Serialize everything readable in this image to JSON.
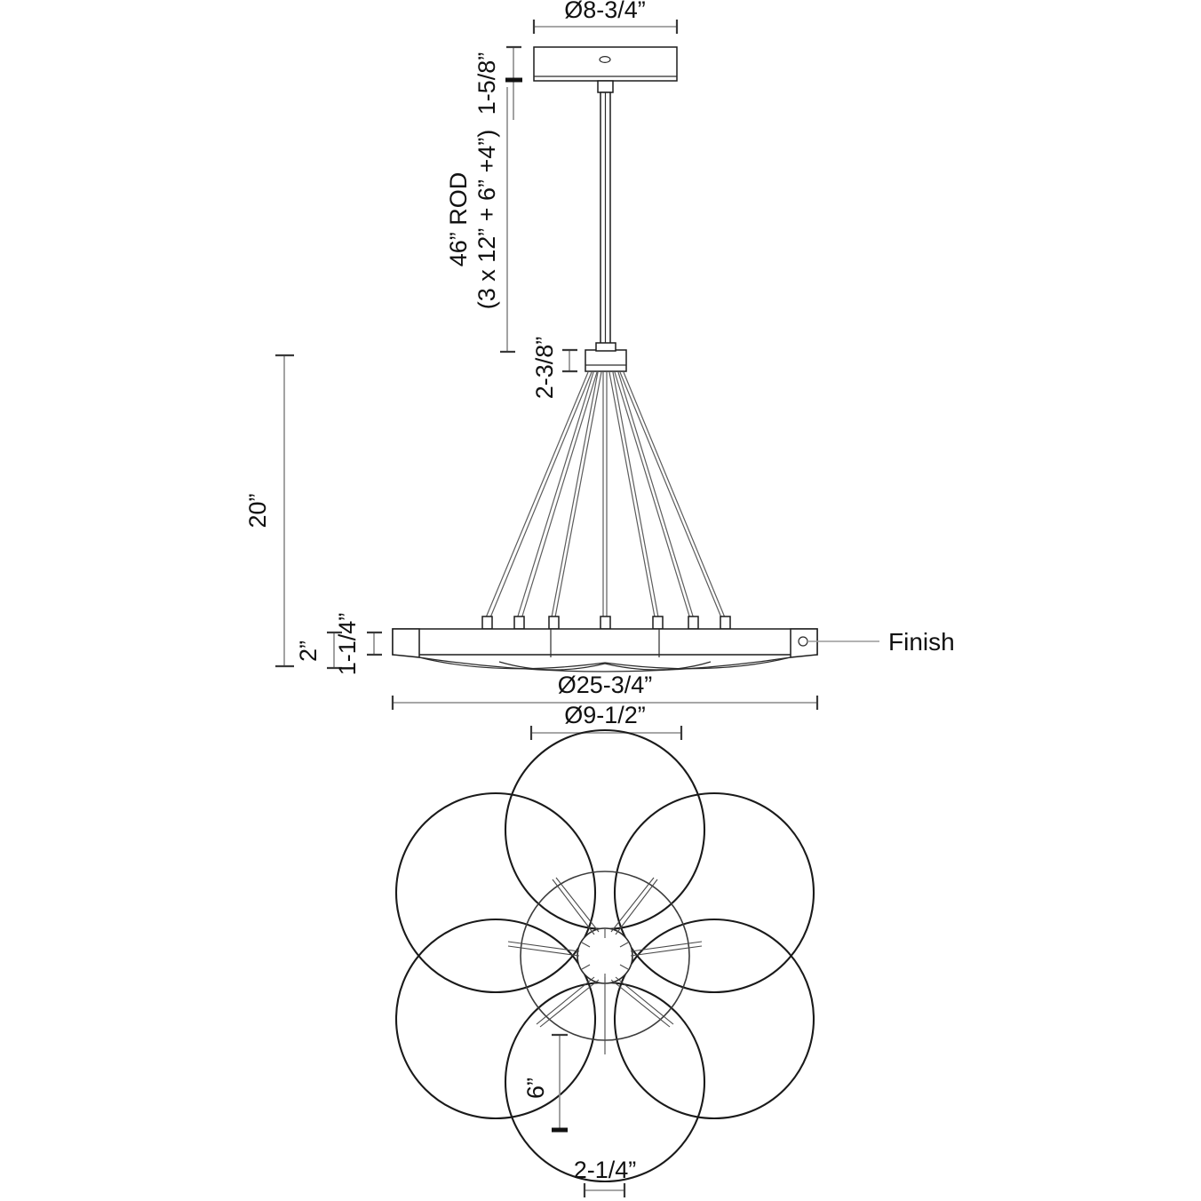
{
  "drawing": {
    "title": "Chandelier dimensional drawing",
    "views": {
      "elevation": "side elevation",
      "plan": "bottom plan view"
    }
  },
  "dimensions": {
    "canopy_diameter": "Ø8-3/4”",
    "canopy_height": "1-5/8”",
    "rod_line1": "46” ROD",
    "rod_line2": "(3 x 12” + 6” +4”)",
    "hub_height": "2-3/8”",
    "overall_drop": "20”",
    "body_height": "2”",
    "body_inner_height": "1-1/4”",
    "ring_outer_diameter": "Ø25-3/4”",
    "ring_inner_diameter": "Ø9-1/2”",
    "globe_diameter": "6”",
    "globe_gap": "2-1/4”"
  },
  "callouts": {
    "finish": "Finish"
  },
  "colors": {
    "line": "#1c1c1c",
    "dimension": "#8a8a8a",
    "text": "#111111",
    "background": "#ffffff"
  },
  "geometry": {
    "plan_circle_count": 6,
    "cable_count": 7
  }
}
